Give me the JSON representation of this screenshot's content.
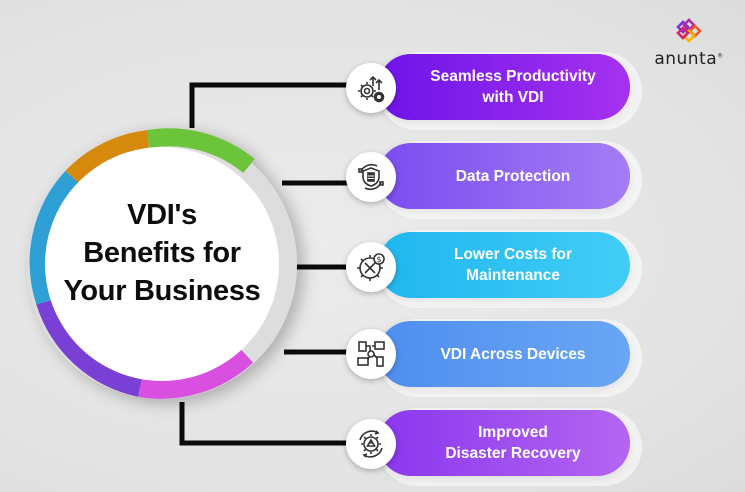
{
  "brand": {
    "name": "anunta",
    "mark": "®",
    "logo_colors": [
      "#7b2ff7",
      "#d6246e",
      "#f05a28",
      "#f7b500"
    ]
  },
  "hub": {
    "title_lines": [
      "VDI's",
      "Benefits for",
      "Your Business"
    ],
    "ring_segments": [
      {
        "color": "#6cc43a",
        "position": "top"
      },
      {
        "color": "#d68a0a",
        "position": "upper-left"
      },
      {
        "color": "#2ea0d6",
        "position": "left"
      },
      {
        "color": "#7a3fd6",
        "position": "lower-left"
      },
      {
        "color": "#d94fe0",
        "position": "bottom"
      }
    ]
  },
  "benefits": [
    {
      "icon": "gear-growth-icon",
      "lines": [
        "Seamless Productivity",
        "with VDI"
      ],
      "gradient": [
        "#6d14e8",
        "#a631f0"
      ]
    },
    {
      "icon": "shield-data-icon",
      "lines": [
        "Data Protection"
      ],
      "gradient": [
        "#7a4cf0",
        "#a57cf6"
      ]
    },
    {
      "icon": "gear-tools-dollar-icon",
      "lines": [
        "Lower Costs for",
        "Maintenance"
      ],
      "gradient": [
        "#1fb6ef",
        "#42cdf7"
      ]
    },
    {
      "icon": "devices-network-icon",
      "lines": [
        "VDI Across Devices"
      ],
      "gradient": [
        "#4f8ef0",
        "#6aa6f5"
      ]
    },
    {
      "icon": "gear-warning-recovery-icon",
      "lines": [
        "Improved",
        "Disaster Recovery"
      ],
      "gradient": [
        "#8a36ee",
        "#b466f2"
      ]
    }
  ]
}
